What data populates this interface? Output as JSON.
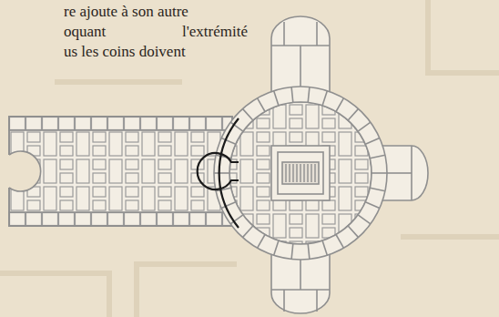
{
  "diagram": {
    "labels": [
      "re ajoute à son autre",
      "oquant l'extrémité",
      "us les coins doivent"
    ]
  }
}
